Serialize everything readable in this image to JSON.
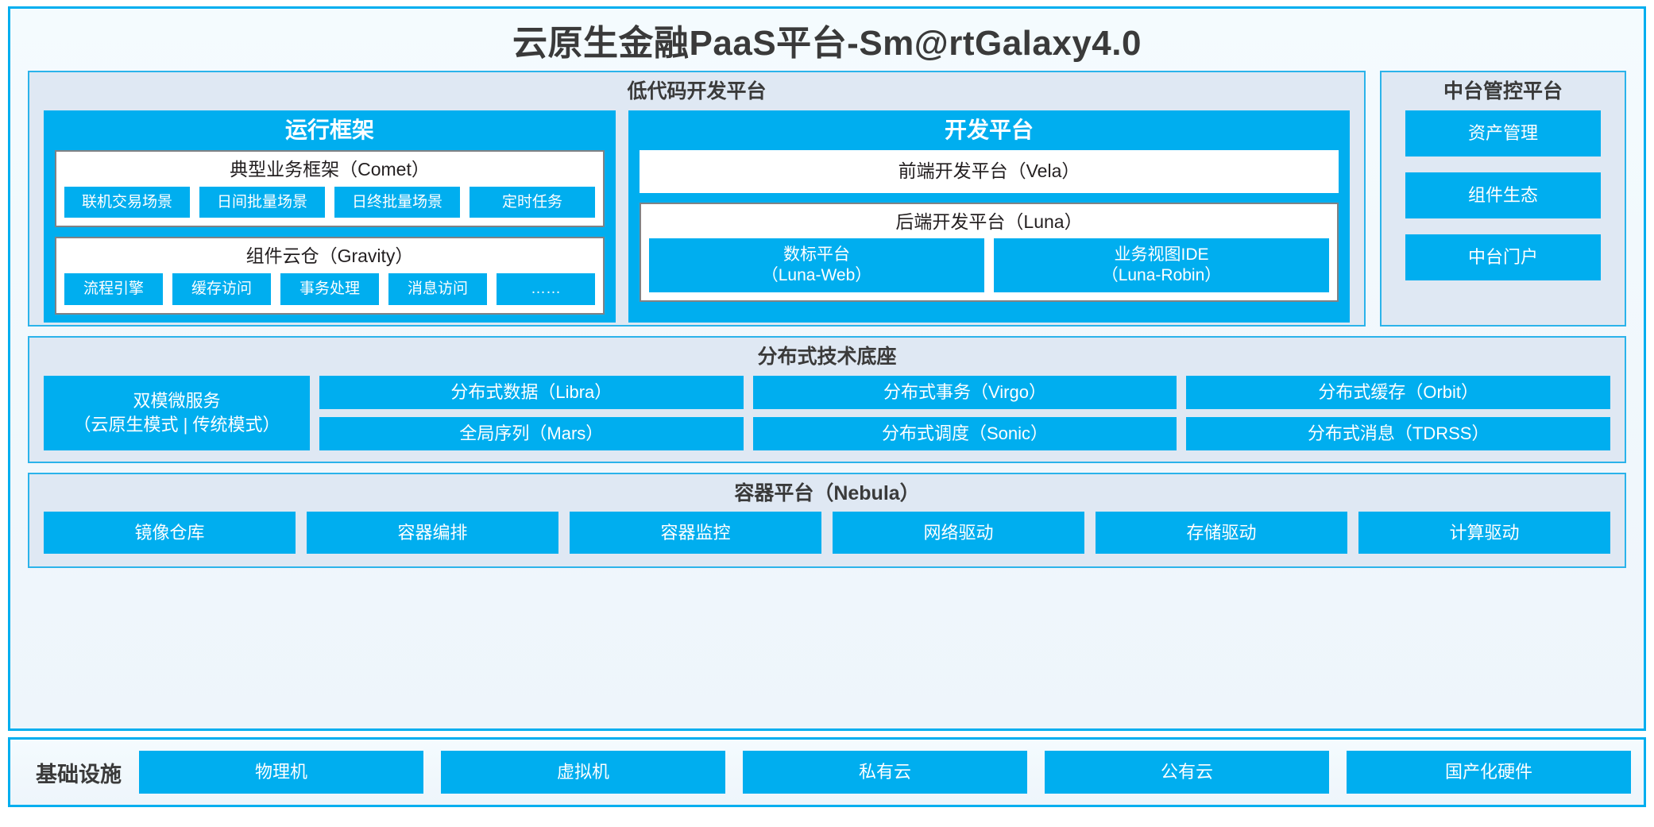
{
  "header": {
    "title": "云原生金融PaaS平台-Sm@rtGalaxy4.0"
  },
  "lowcode": {
    "title": "低代码开发平台",
    "runtime": {
      "title": "运行框架",
      "comet": {
        "title": "典型业务框架（Comet）",
        "items": [
          "联机交易场景",
          "日间批量场景",
          "日终批量场景",
          "定时任务"
        ]
      },
      "gravity": {
        "title": "组件云仓（Gravity）",
        "items": [
          "流程引擎",
          "缓存访问",
          "事务处理",
          "消息访问",
          "……"
        ]
      }
    },
    "devplatform": {
      "title": "开发平台",
      "frontend": "前端开发平台（Vela）",
      "backend": {
        "title": "后端开发平台（Luna）",
        "items": [
          {
            "name": "数标平台",
            "code": "（Luna-Web）"
          },
          {
            "name": "业务视图IDE",
            "code": "（Luna-Robin）"
          }
        ]
      }
    }
  },
  "midoffice": {
    "title": "中台管控平台",
    "items": [
      "资产管理",
      "组件生态",
      "中台门户"
    ]
  },
  "techbase": {
    "title": "分布式技术底座",
    "microservice": {
      "line1": "双模微服务",
      "line2": "（云原生模式 | 传统模式）"
    },
    "columns": [
      [
        "分布式数据（Libra）",
        "全局序列（Mars）"
      ],
      [
        "分布式事务（Virgo）",
        "分布式调度（Sonic）"
      ],
      [
        "分布式缓存（Orbit）",
        "分布式消息（TDRSS）"
      ]
    ]
  },
  "containerplatform": {
    "title": "容器平台（Nebula）",
    "items": [
      "镜像仓库",
      "容器编排",
      "容器监控",
      "网络驱动",
      "存储驱动",
      "计算驱动"
    ]
  },
  "infrastructure": {
    "label": "基础设施",
    "items": [
      "物理机",
      "虚拟机",
      "私有云",
      "公有云",
      "国产化硬件"
    ]
  },
  "colors": {
    "accent": "#00AEEF",
    "panel_bg": "#dfe8f3",
    "panel_border": "#2BB3EA",
    "card_border": "#808285",
    "text_dark": "#3a3a3a"
  }
}
